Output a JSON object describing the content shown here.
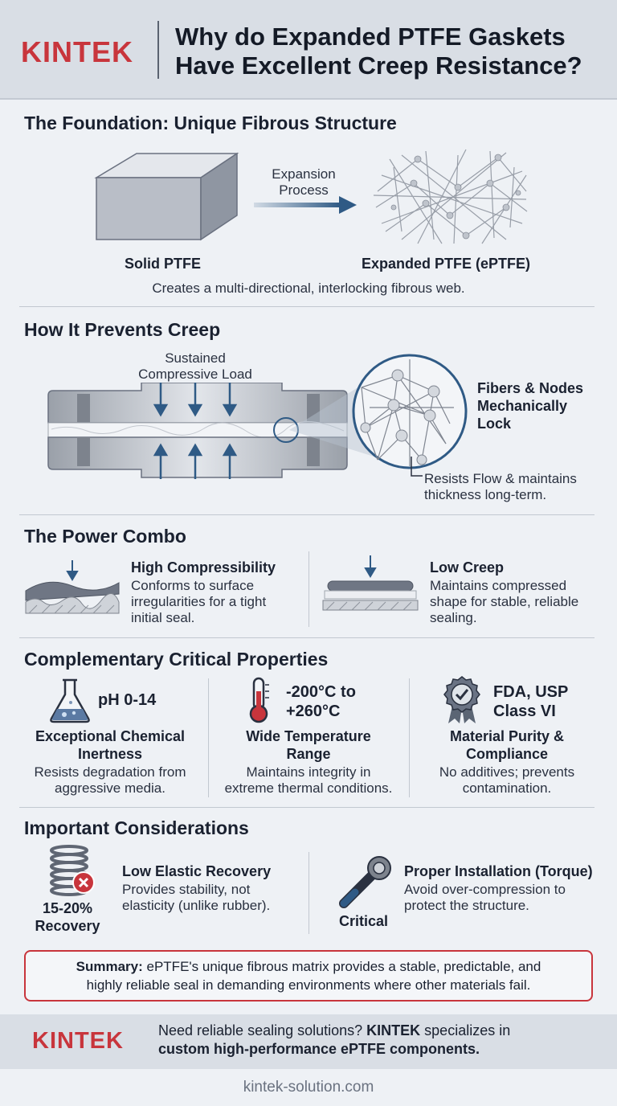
{
  "header": {
    "logo": "KINTEK",
    "title_line1": "Why do Expanded PTFE Gaskets",
    "title_line2": "Have Excellent Creep Resistance?"
  },
  "foundation": {
    "title": "The Foundation: Unique Fibrous Structure",
    "arrow_label_line1": "Expansion",
    "arrow_label_line2": "Process",
    "solid_label": "Solid PTFE",
    "expanded_label": "Expanded PTFE (ePTFE)",
    "caption": "Creates a multi-directional, interlocking fibrous web."
  },
  "creep": {
    "title": "How It Prevents Creep",
    "load_line1": "Sustained",
    "load_line2": "Compressive Load",
    "lock_line1": "Fibers & Nodes",
    "lock_line2": "Mechanically",
    "lock_line3": "Lock",
    "resist_line1": "Resists Flow & maintains",
    "resist_line2": "thickness long-term."
  },
  "combo": {
    "title": "The Power Combo",
    "items": [
      {
        "heading": "High Compressibility",
        "line1": "Conforms to surface",
        "line2": "irregularities for a tight",
        "line3": "initial seal."
      },
      {
        "heading": "Low Creep",
        "line1": "Maintains compressed",
        "line2": "shape for stable, reliable",
        "line3": "sealing."
      }
    ]
  },
  "properties": {
    "title": "Complementary Critical Properties",
    "items": [
      {
        "badge_line1": "pH 0-14",
        "badge_line2": "",
        "heading_line1": "Exceptional Chemical",
        "heading_line2": "Inertness",
        "desc_line1": "Resists degradation from",
        "desc_line2": "aggressive media."
      },
      {
        "badge_line1": "-200°C to",
        "badge_line2": "+260°C",
        "heading_line1": "Wide Temperature",
        "heading_line2": "Range",
        "desc_line1": "Maintains integrity in",
        "desc_line2": "extreme thermal conditions."
      },
      {
        "badge_line1": "FDA, USP",
        "badge_line2": "Class VI",
        "heading_line1": "Material Purity &",
        "heading_line2": "Compliance",
        "desc_line1": "No additives; prevents",
        "desc_line2": "contamination."
      }
    ]
  },
  "considerations": {
    "title": "Important Considerations",
    "items": [
      {
        "badge_line1": "15-20%",
        "badge_line2": "Recovery",
        "heading": "Low Elastic Recovery",
        "line1": "Provides stability, not",
        "line2": "elasticity (unlike rubber)."
      },
      {
        "badge_line1": "Critical",
        "badge_line2": "",
        "heading": "Proper Installation (Torque)",
        "line1": "Avoid over-compression to",
        "line2": "protect the structure."
      }
    ]
  },
  "summary": {
    "label": "Summary:",
    "line1": " ePTFE's unique fibrous matrix provides a stable, predictable, and",
    "line2": "highly reliable seal in demanding environments where other materials fail."
  },
  "footer": {
    "logo": "KINTEK",
    "line1_pre": "Need reliable sealing solutions? ",
    "line1_brand": "KINTEK",
    "line1_post": " specializes in",
    "line2": "custom high-performance ePTFE components.",
    "url": "kintek-solution.com"
  },
  "colors": {
    "brand_red": "#c8353c",
    "arrow_blue": "#2f5a85",
    "header_gray": "#d9dee5",
    "background": "#eef1f5"
  }
}
